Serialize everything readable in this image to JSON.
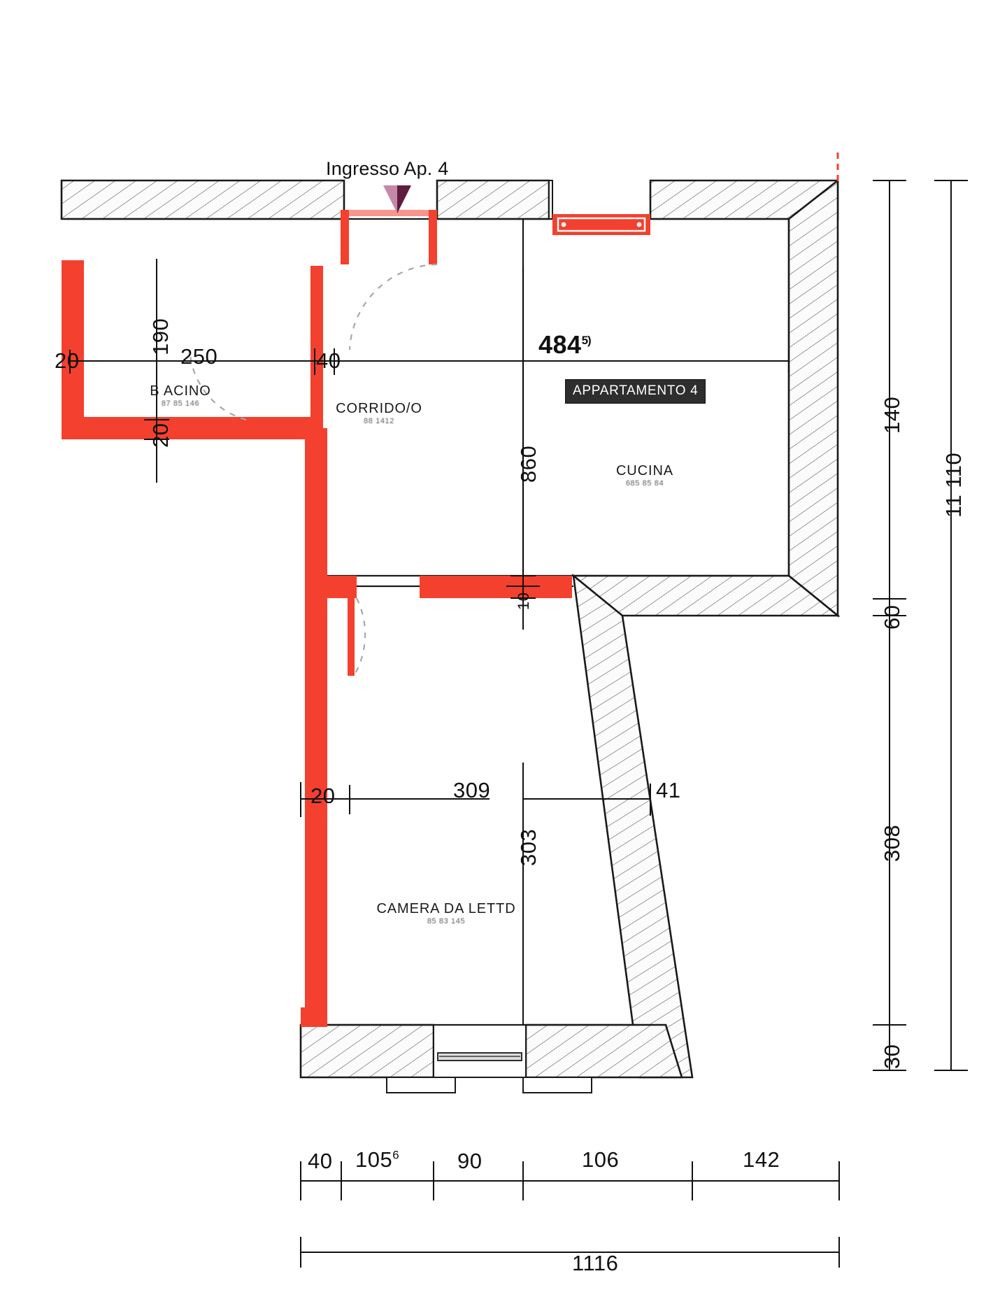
{
  "drawing": {
    "kind": "floor-plan",
    "note_label": "Ingresso Ap. 4",
    "apartment_badge": "APPARTAMENTO 4"
  },
  "rooms": [
    {
      "id": "bagno",
      "name": "B ACINO",
      "sub": "87 85 146"
    },
    {
      "id": "corridoio",
      "name": "CORRIDO/O",
      "sub": "88 1412"
    },
    {
      "id": "cucina",
      "name": "CUCINA",
      "sub": "685 85 84"
    },
    {
      "id": "camera",
      "name": "CAMERA DA LETTD",
      "sub": "85 83 145"
    }
  ],
  "dimensions": {
    "top_inner": [
      {
        "id": "d-20-left",
        "text": "20"
      },
      {
        "id": "d-190",
        "text": "190"
      },
      {
        "id": "d-250",
        "text": "250"
      },
      {
        "id": "d-40",
        "text": "40"
      },
      {
        "id": "d-484",
        "text": "484",
        "sup": "5)"
      },
      {
        "id": "d-20-below",
        "text": "20"
      }
    ],
    "vertical_center": [
      {
        "id": "d-860",
        "text": "860"
      },
      {
        "id": "d-10",
        "text": "10"
      },
      {
        "id": "d-303",
        "text": "303"
      }
    ],
    "lower_row": [
      {
        "id": "d-20-lower",
        "text": "20"
      },
      {
        "id": "d-309",
        "text": "309"
      },
      {
        "id": "d-41",
        "text": "41"
      }
    ],
    "right_inner": [
      {
        "id": "r-140",
        "text": "140"
      },
      {
        "id": "r-60",
        "text": "60"
      },
      {
        "id": "r-308",
        "text": "308"
      },
      {
        "id": "r-30",
        "text": "30"
      }
    ],
    "right_outer": [
      {
        "id": "r-total",
        "text": "11 110"
      }
    ],
    "bottom_chain": [
      {
        "id": "b-40",
        "text": "40"
      },
      {
        "id": "b-105",
        "text": "105",
        "sup": "6"
      },
      {
        "id": "b-90",
        "text": "90"
      },
      {
        "id": "b-106",
        "text": "106"
      },
      {
        "id": "b-142",
        "text": "142"
      }
    ],
    "bottom_total": [
      {
        "id": "b-total",
        "text": "1116"
      }
    ]
  },
  "colors": {
    "wall_hatch_stroke": "#3a3a3a",
    "wall_outline": "#1a1a1a",
    "demolition_red": "#f4402e",
    "arrow_purple": "#7b2a56",
    "dim_line": "#111111",
    "door_swing": "#9a9a9a",
    "badge_bg": "#2e2e2e"
  }
}
